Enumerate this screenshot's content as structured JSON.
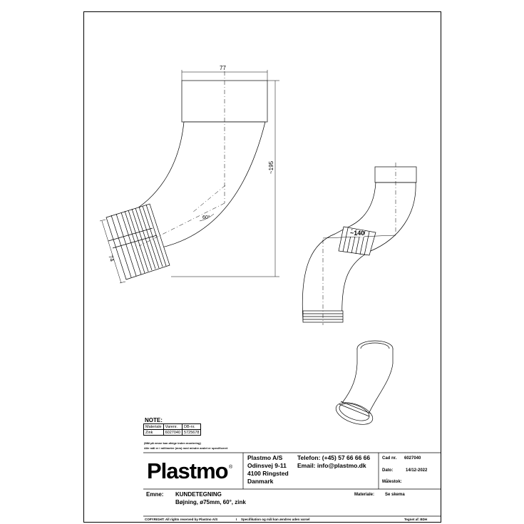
{
  "dimensions": {
    "width_77": "77",
    "height_195": "~195",
    "angle_60": "60°",
    "dia_74": "74",
    "offset_140": "~140"
  },
  "note": {
    "title": "NOTE:",
    "table": {
      "headers": [
        "Materiale",
        "Varenr.",
        "DB-nr."
      ],
      "rows": [
        [
          "Zink",
          "6027040",
          "5725678"
        ]
      ]
    },
    "remark_1": "(Mål på emne kan afvige inden montering)",
    "remark_2": "Alle mål er i millimeter (mm) med mindre andet er specificeret"
  },
  "company": {
    "logo": "Plastmo",
    "logo_mark": "®",
    "name": "Plastmo A/S",
    "street": "Odinsvej 9-11",
    "city": "4100 Ringsted",
    "country": "Danmark",
    "phone": "Telefon: (+45) 57 66 66 66",
    "email": "Email: info@plastmo.dk"
  },
  "meta": {
    "cad_label": "Cad nr.",
    "cad_value": "6027040",
    "date_label": "Dato:",
    "date_value": "14/12-2022",
    "scale_label": "Målestok:",
    "scale_value": ""
  },
  "subject": {
    "label": "Emne:",
    "title": "KUNDETEGNING",
    "description": "Bøjning, ø75mm, 60°, zink",
    "material_label": "Materiale:",
    "material_value": "Se skema"
  },
  "footer": {
    "copyright": "COPYRIGHT: All rights reserved by Plastmo A/S",
    "separator": "I",
    "spec_note": "Specifikation og mål kan ændres uden varsel",
    "drawn_by": "Tegnet af: BDH"
  }
}
